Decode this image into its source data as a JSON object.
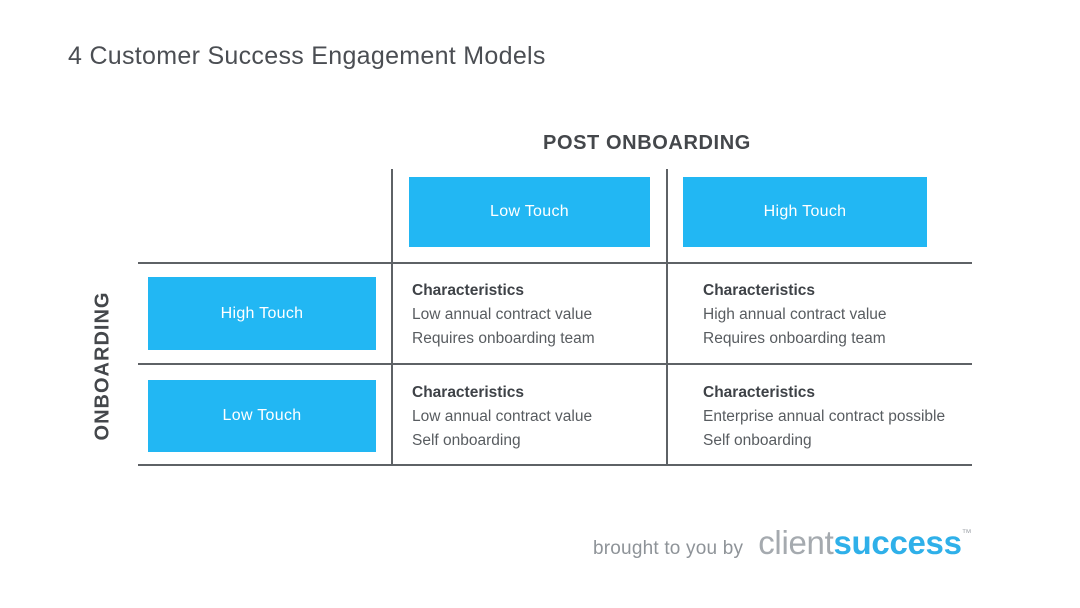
{
  "title": "4 Customer Success Engagement Models",
  "matrix": {
    "column_axis_label": "POST ONBOARDING",
    "row_axis_label": "ONBOARDING",
    "columns": [
      "Low Touch",
      "High Touch"
    ],
    "rows": [
      "High Touch",
      "Low Touch"
    ],
    "cells": [
      {
        "heading": "Characteristics",
        "lines": [
          "Low annual contract value",
          "Requires onboarding team"
        ]
      },
      {
        "heading": "Characteristics",
        "lines": [
          "High annual contract value",
          "Requires onboarding team"
        ]
      },
      {
        "heading": "Characteristics",
        "lines": [
          "Low annual contract value",
          "Self onboarding"
        ]
      },
      {
        "heading": "Characteristics",
        "lines": [
          "Enterprise annual contract possible",
          "Self onboarding"
        ]
      }
    ]
  },
  "footer": {
    "attribution": "brought to you by",
    "logo_part_1": "client",
    "logo_part_2": "success",
    "trademark": "™"
  },
  "colors": {
    "accent_blue": "#22B7F3",
    "logo_blue": "#2FB0E9",
    "logo_gray": "#A5AAAF",
    "heading_text": "#44474B",
    "body_text": "#585C60",
    "grid_line": "#5E6266"
  }
}
